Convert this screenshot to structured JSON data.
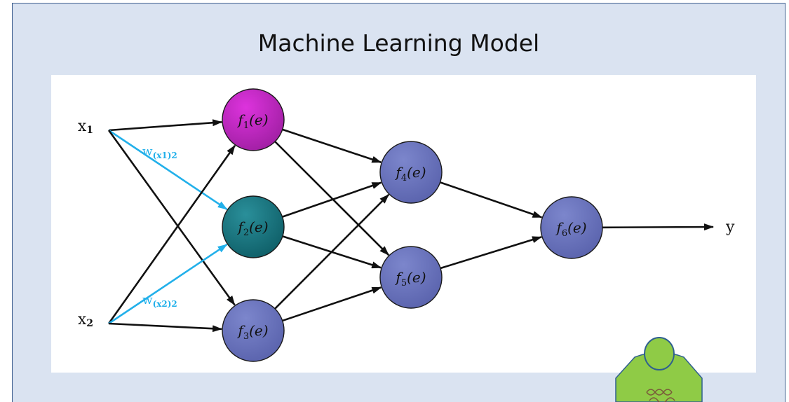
{
  "title": "Machine Learning Model",
  "inputs": [
    {
      "id": "x1",
      "base": "x",
      "sub": "1"
    },
    {
      "id": "x2",
      "base": "x",
      "sub": "2"
    }
  ],
  "output": {
    "id": "y",
    "label": "y"
  },
  "nodes": [
    {
      "id": "f1",
      "fn": "f",
      "sub": "1",
      "arg": "(e)",
      "fill": "#dd33dd",
      "fill_dark": "#a01fa3"
    },
    {
      "id": "f2",
      "fn": "f",
      "sub": "2",
      "arg": "(e)",
      "fill": "#2a8f9a",
      "fill_dark": "#0f5f68"
    },
    {
      "id": "f3",
      "fn": "f",
      "sub": "3",
      "arg": "(e)",
      "fill": "#7c86cc",
      "fill_dark": "#5a63ad"
    },
    {
      "id": "f4",
      "fn": "f",
      "sub": "4",
      "arg": "(e)",
      "fill": "#7c86cc",
      "fill_dark": "#5a63ad"
    },
    {
      "id": "f5",
      "fn": "f",
      "sub": "5",
      "arg": "(e)",
      "fill": "#7c86cc",
      "fill_dark": "#5a63ad"
    },
    {
      "id": "f6",
      "fn": "f",
      "sub": "6",
      "arg": "(e)",
      "fill": "#7c86cc",
      "fill_dark": "#5a63ad"
    }
  ],
  "edges": [
    {
      "from": "x1",
      "to": "f1",
      "highlight": false
    },
    {
      "from": "x1",
      "to": "f2",
      "highlight": true
    },
    {
      "from": "x1",
      "to": "f3",
      "highlight": false
    },
    {
      "from": "x2",
      "to": "f1",
      "highlight": false
    },
    {
      "from": "x2",
      "to": "f2",
      "highlight": true
    },
    {
      "from": "x2",
      "to": "f3",
      "highlight": false
    },
    {
      "from": "f1",
      "to": "f4",
      "highlight": false
    },
    {
      "from": "f1",
      "to": "f5",
      "highlight": false
    },
    {
      "from": "f2",
      "to": "f4",
      "highlight": false
    },
    {
      "from": "f2",
      "to": "f5",
      "highlight": false
    },
    {
      "from": "f3",
      "to": "f4",
      "highlight": false
    },
    {
      "from": "f3",
      "to": "f5",
      "highlight": false
    },
    {
      "from": "f4",
      "to": "f6",
      "highlight": false
    },
    {
      "from": "f5",
      "to": "f6",
      "highlight": false
    },
    {
      "from": "f6",
      "to": "y",
      "highlight": false
    }
  ],
  "weights": [
    {
      "id": "w12",
      "base": "w",
      "sub": "(x1)2"
    },
    {
      "id": "w22",
      "base": "w",
      "sub": "(x2)2"
    }
  ],
  "colors": {
    "panel_bg": "#dae3f1",
    "panel_border": "#3f5f8f",
    "edge": "#111111",
    "highlight_edge": "#22b0ea",
    "figure_body": "#8fcb46",
    "figure_outline": "#2f5f8f",
    "dna_mark": "#7a5a3a"
  },
  "icons": {
    "person": "person-figure-icon",
    "dna": "dna-icon"
  }
}
